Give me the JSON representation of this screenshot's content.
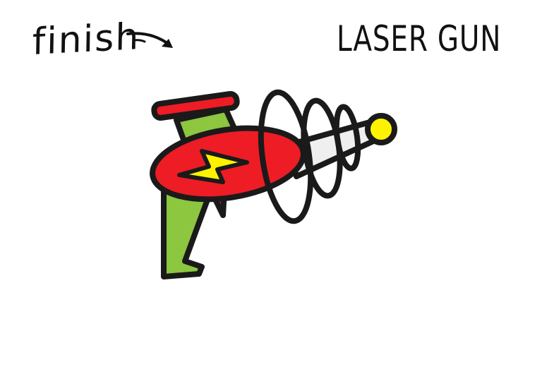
{
  "caption": {
    "step_label": "finish",
    "title": "LASER GUN"
  },
  "icons": {
    "arrow": "curved-arrow-icon",
    "subject": "laser-gun-illustration",
    "emblem": "lightning-bolt-icon"
  },
  "colors": {
    "outline": "#1a1a1a",
    "red": "#ee1c25",
    "green": "#8dc63f",
    "yellow": "#fff200",
    "barrel": "#efefef",
    "background": "#ffffff"
  }
}
